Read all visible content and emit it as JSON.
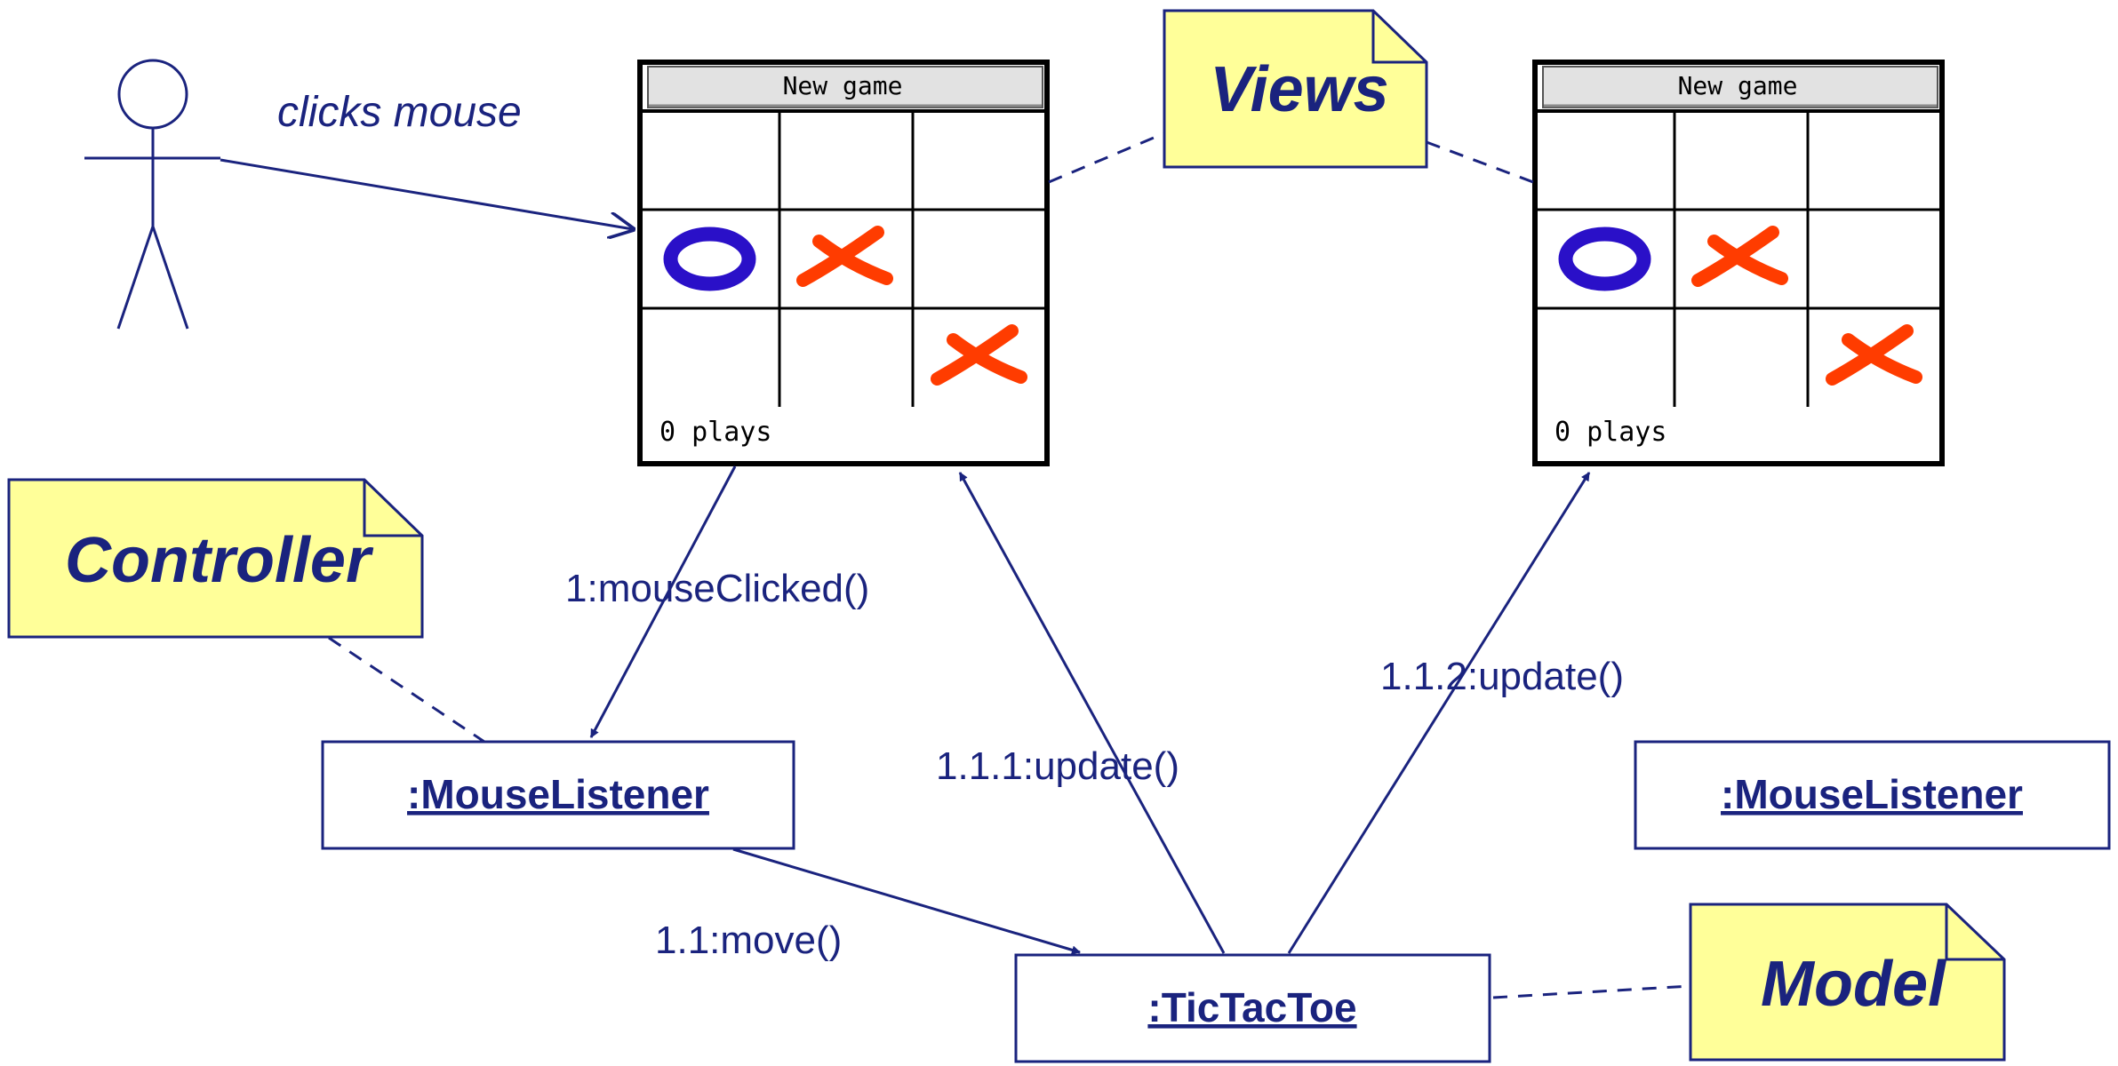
{
  "colors": {
    "navy": "#1a237e",
    "note_fill": "#ffff99",
    "o_mark": "#2a10c8",
    "x_mark": "#ff3c00",
    "button_bg": "#e2e2e2"
  },
  "actor": {
    "icon": "stick-figure-icon",
    "action_label": "clicks mouse"
  },
  "notes": {
    "views": "Views",
    "controller": "Controller",
    "model": "Model"
  },
  "game_windows": [
    {
      "button_label": "New game",
      "status": "0 plays",
      "board": [
        "",
        "",
        "",
        "O",
        "X",
        "",
        "",
        "",
        "X"
      ]
    },
    {
      "button_label": "New game",
      "status": "0 plays",
      "board": [
        "",
        "",
        "",
        "O",
        "X",
        "",
        "",
        "",
        "X"
      ]
    }
  ],
  "objects": {
    "mouse_listener_1": ":MouseListener",
    "mouse_listener_2": ":MouseListener",
    "tictactoe": ":TicTacToe"
  },
  "messages": {
    "mouse_clicked": "1:mouseClicked()",
    "move": "1.1:move()",
    "update_1": "1.1.1:update()",
    "update_2": "1.1.2:update()"
  }
}
